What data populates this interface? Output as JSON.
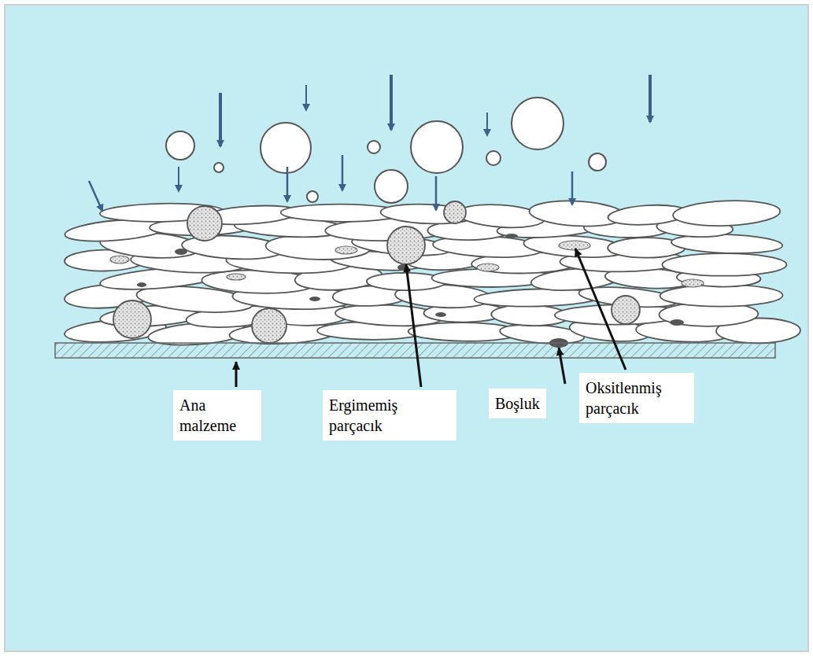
{
  "diagram": {
    "labels": [
      "Ana malzeme",
      "Ergimemiş parçacık",
      "Boşluk",
      "Oksitlenmiş parçacık"
    ]
  }
}
